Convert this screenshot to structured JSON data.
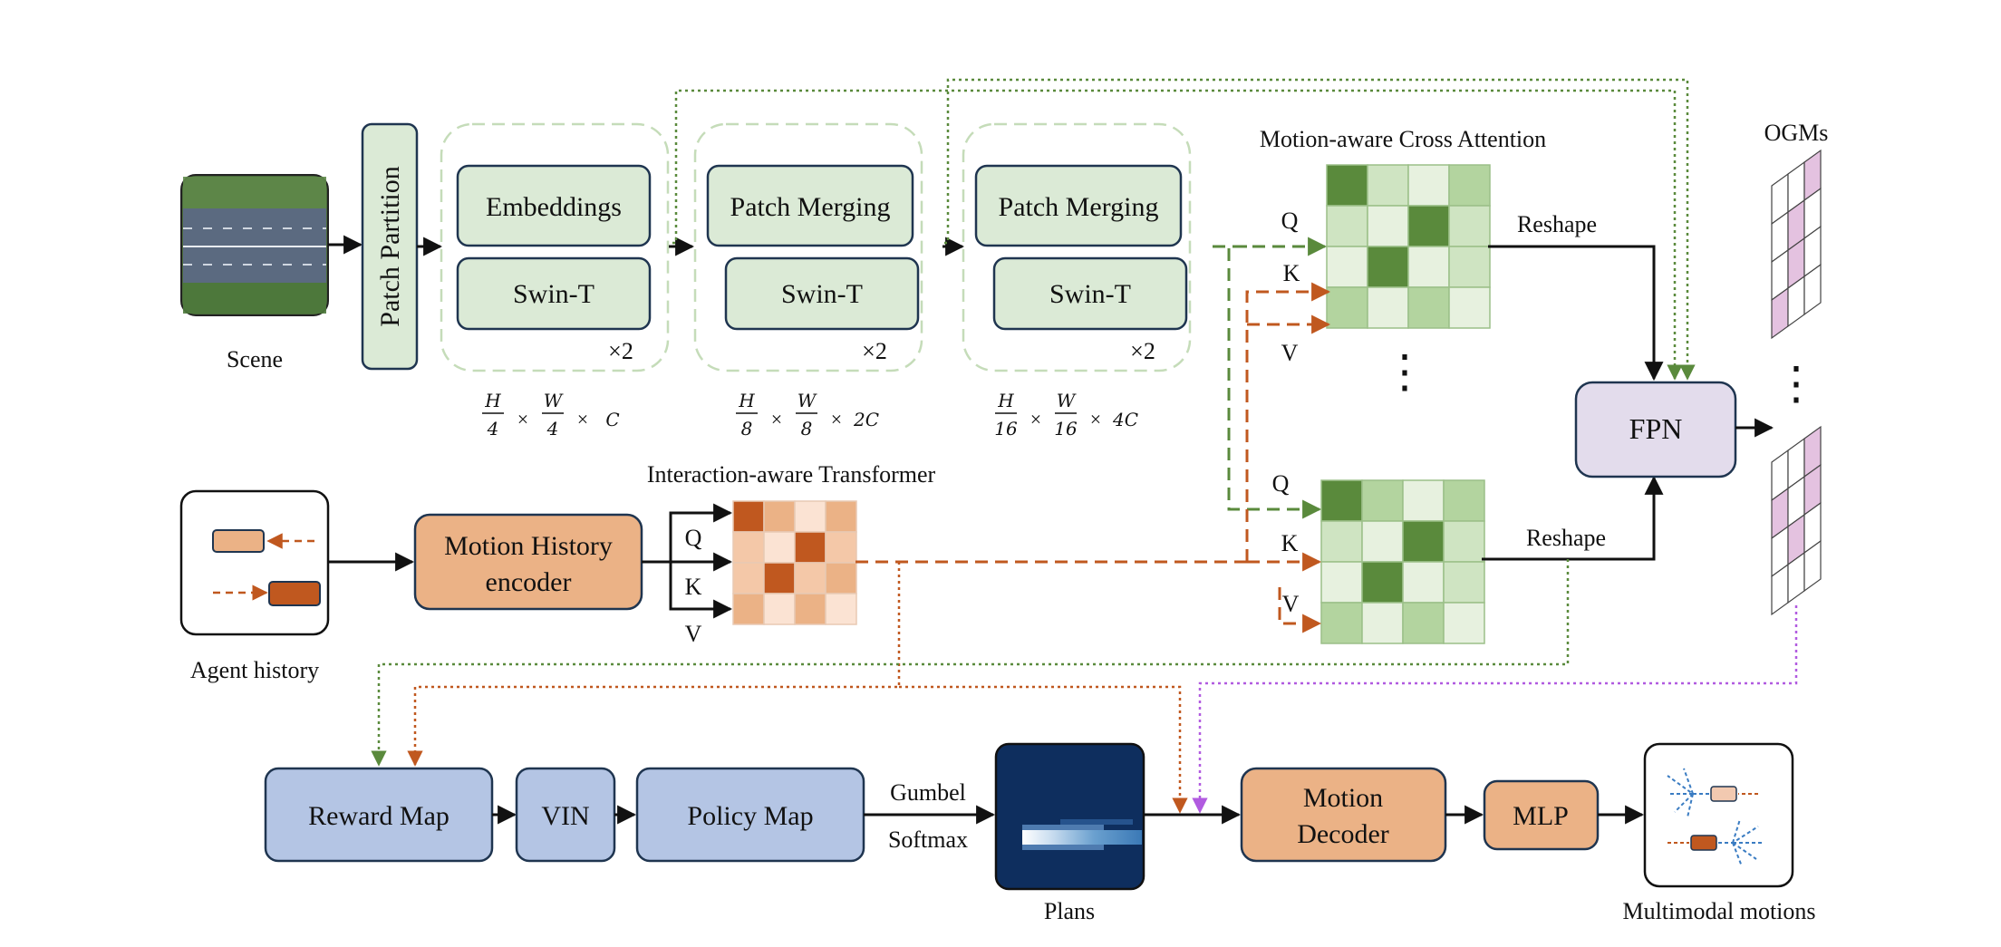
{
  "colors": {
    "green_box_fill": "#dbead6",
    "green_box_stroke": "#1f3550",
    "stage_dash": "#c5dcb9",
    "orange_fill": "#ebb286",
    "blue_fill": "#b4c5e4",
    "fpn_fill": "#e3dcec",
    "green_arrow": "#5a8a3c",
    "orange_arrow": "#c0581f",
    "purple_arrow": "#b15be0",
    "ogm_pink": "#e4c2e0"
  },
  "scene": {
    "label": "Scene",
    "icon": "highway-aerial-image"
  },
  "patch_partition": {
    "label": "Patch Partition"
  },
  "stages": [
    {
      "top": "Embeddings",
      "bottom": "Swin-T",
      "mult": "×2",
      "dims": {
        "h_den": "4",
        "w_den": "4",
        "channels": "C"
      }
    },
    {
      "top": "Patch Merging",
      "bottom": "Swin-T",
      "mult": "×2",
      "dims": {
        "h_den": "8",
        "w_den": "8",
        "channels": "2C"
      }
    },
    {
      "top": "Patch Merging",
      "bottom": "Swin-T",
      "mult": "×2",
      "dims": {
        "h_den": "16",
        "w_den": "16",
        "channels": "4C"
      }
    }
  ],
  "dim_symbols": {
    "h": "H",
    "w": "W",
    "times": "×"
  },
  "cross_attention": {
    "title": "Motion-aware Cross Attention",
    "q": "Q",
    "k": "K",
    "v": "V",
    "reshape": "Reshape",
    "ellipsis": "⋮"
  },
  "agent_history": {
    "label": "Agent history"
  },
  "motion_history_encoder": {
    "line1": "Motion History",
    "line2": "encoder"
  },
  "interaction_transformer": {
    "title": "Interaction-aware Transformer",
    "q": "Q",
    "k": "K",
    "v": "V"
  },
  "fpn": {
    "label": "FPN"
  },
  "ogms": {
    "label": "OGMs",
    "ellipsis": "⋮"
  },
  "bottom_row": {
    "reward_map": "Reward Map",
    "vin": "VIN",
    "policy_map": "Policy Map",
    "gumbel": "Gumbel",
    "softmax": "Softmax",
    "plans": "Plans",
    "motion_decoder_line1": "Motion",
    "motion_decoder_line2": "Decoder",
    "mlp": "MLP",
    "multimodal": "Multimodal motions"
  }
}
